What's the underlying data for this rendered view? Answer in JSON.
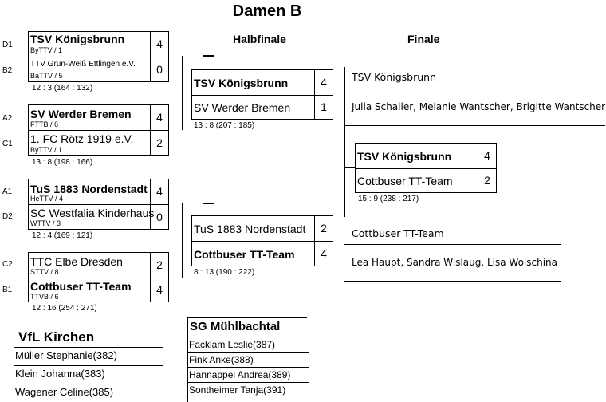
{
  "title": "Damen B",
  "headers": {
    "semifinal": "Halbfinale",
    "final": "Finale"
  },
  "qf": [
    {
      "top": {
        "seed": "D1",
        "name": "TSV Königsbrunn",
        "assoc": "ByTTV / 1",
        "score": "4",
        "bold": true
      },
      "bot": {
        "seed": "B2",
        "name": "TTV Grün-Weiß Ettlingen e.V.",
        "assoc": "BaTTV / 5",
        "score": "0",
        "bold": false
      },
      "result": "12 : 3    (164 : 132)"
    },
    {
      "top": {
        "seed": "A2",
        "name": "SV Werder Bremen",
        "assoc": "FTTB / 6",
        "score": "4",
        "bold": true
      },
      "bot": {
        "seed": "C1",
        "name": "1. FC Rötz 1919 e.V.",
        "assoc": "ByTTV / 1",
        "score": "2",
        "bold": false
      },
      "result": "13 : 8    (198 : 166)"
    },
    {
      "top": {
        "seed": "A1",
        "name": "TuS 1883 Nordenstadt",
        "assoc": "HeTTV / 4",
        "score": "4",
        "bold": true
      },
      "bot": {
        "seed": "D2",
        "name": "SC Westfalia Kinderhaus",
        "assoc": "WTTV / 3",
        "score": "0",
        "bold": false
      },
      "result": "12 : 4    (169 : 121)"
    },
    {
      "top": {
        "seed": "C2",
        "name": "TTC Elbe Dresden",
        "assoc": "STTV / 8",
        "score": "2",
        "bold": false
      },
      "bot": {
        "seed": "B1",
        "name": "Cottbuser TT-Team",
        "assoc": "TTVB / 6",
        "score": "4",
        "bold": true
      },
      "result": "12 : 16    (254 : 271)"
    }
  ],
  "sf": [
    {
      "top": {
        "name": "TSV Königsbrunn",
        "score": "4",
        "bold": true
      },
      "bot": {
        "name": "SV Werder Bremen",
        "score": "1",
        "bold": false
      },
      "result": "13 : 8    (207 : 185)"
    },
    {
      "top": {
        "name": "TuS 1883 Nordenstadt",
        "score": "2",
        "bold": false
      },
      "bot": {
        "name": "Cottbuser TT-Team",
        "score": "4",
        "bold": true
      },
      "result": "8 : 13    (190 : 222)"
    }
  ],
  "final": {
    "top": {
      "name": "TSV Königsbrunn",
      "score": "4",
      "bold": true
    },
    "bot": {
      "name": "Cottbuser TT-Team",
      "score": "2",
      "bold": false
    },
    "result": "15 : 9    (238 : 217)"
  },
  "finalists": [
    {
      "team": "TSV Königsbrunn",
      "players": "Julia Schaller, Melanie Wantscher, Brigitte Wantscher"
    },
    {
      "team": "Cottbuser TT-Team",
      "players": "Lea Haupt, Sandra Wislaug, Lisa Wolschina"
    }
  ],
  "rosters": [
    {
      "team": "VfL Kirchen",
      "players": [
        "Müller Stephanie(382)",
        "Klein Johanna(383)",
        "Wagener Celine(385)"
      ]
    },
    {
      "team": "SG Mühlbachtal",
      "players": [
        "Facklam Leslie(387)",
        "Fink Anke(388)",
        "Hannappel Andrea(389)",
        "Sontheimer Tanja(391)"
      ]
    }
  ]
}
